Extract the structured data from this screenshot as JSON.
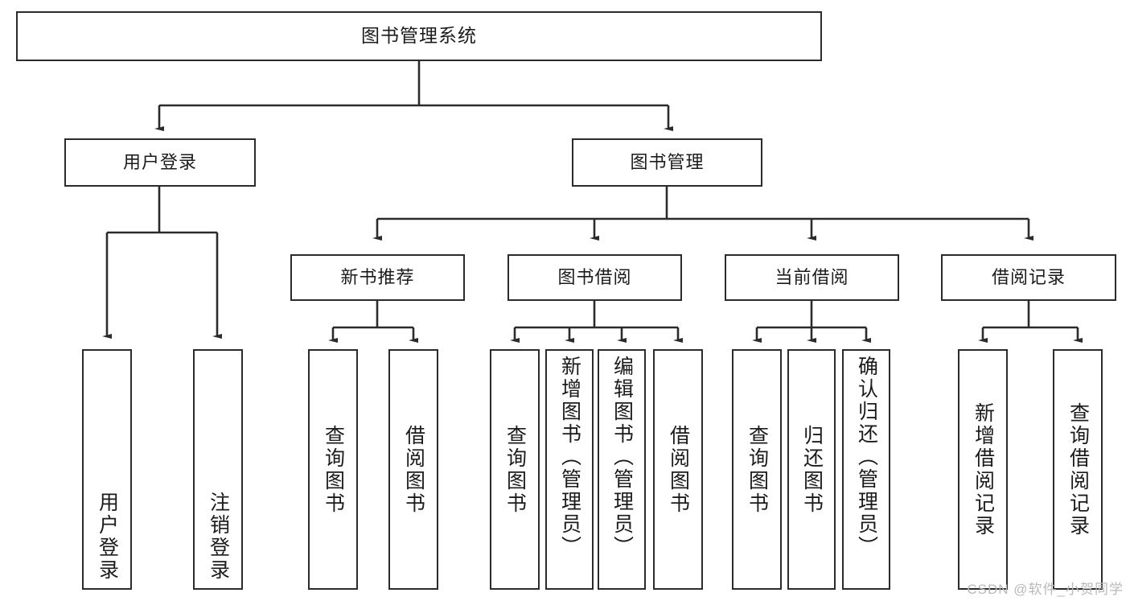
{
  "diagram": {
    "type": "tree-hierarchy",
    "title": "图书管理系统",
    "root": {
      "label": "图书管理系统"
    },
    "level2": [
      {
        "label": "用户登录"
      },
      {
        "label": "图书管理"
      }
    ],
    "level3": [
      {
        "label": "新书推荐",
        "parent": "图书管理"
      },
      {
        "label": "图书借阅",
        "parent": "图书管理"
      },
      {
        "label": "当前借阅",
        "parent": "图书管理"
      },
      {
        "label": "借阅记录",
        "parent": "图书管理"
      }
    ],
    "leaves": {
      "user_login": [
        {
          "label": "用户登录"
        },
        {
          "label": "注销登录"
        }
      ],
      "new_book_recommend": [
        {
          "label": "查询图书"
        },
        {
          "label": "借阅图书"
        }
      ],
      "book_borrow": [
        {
          "label": "查询图书"
        },
        {
          "label": "新增图书（管理员）"
        },
        {
          "label": "编辑图书（管理员）"
        },
        {
          "label": "借阅图书"
        }
      ],
      "current_borrow": [
        {
          "label": "查询图书"
        },
        {
          "label": "归还图书"
        },
        {
          "label": "确认归还（管理员）"
        }
      ],
      "borrow_record": [
        {
          "label": "新增借阅记录"
        },
        {
          "label": "查询借阅记录"
        }
      ]
    }
  },
  "watermark": {
    "text": "CSDN @软件_小贺同学"
  },
  "colors": {
    "stroke": "#2b2b2b",
    "background": "#ffffff",
    "text": "#1b1b1b",
    "watermark": "#b9b9b9"
  }
}
